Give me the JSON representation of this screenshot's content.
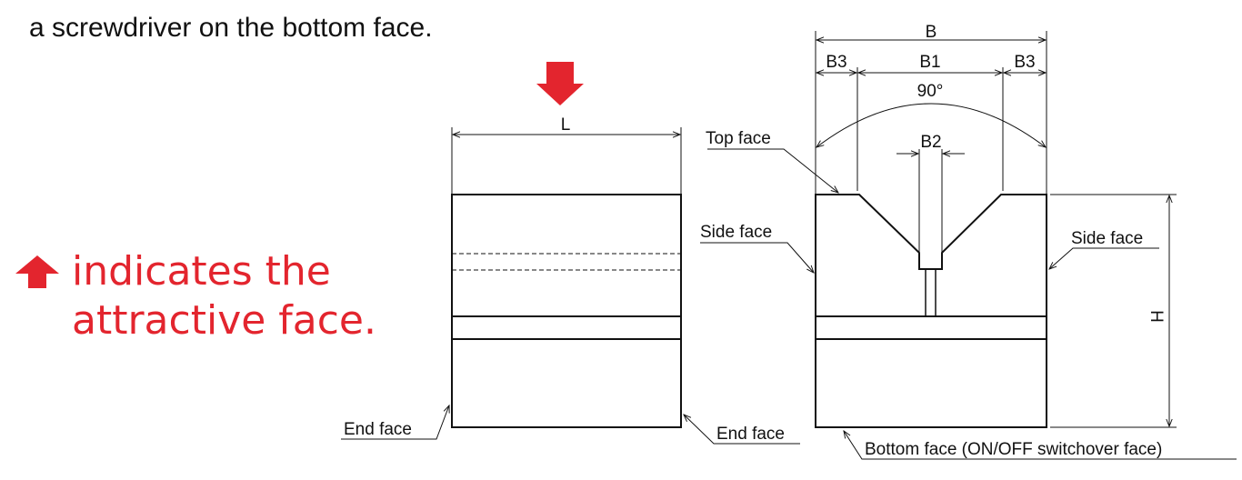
{
  "intro_text": "a screwdriver on the bottom face.",
  "legend": {
    "line1": "indicates the",
    "line2": "attractive face."
  },
  "front_view": {
    "dim_L": "L",
    "label_end_face_left": "End face",
    "label_end_face_right": "End face"
  },
  "side_view": {
    "dim_B": "B",
    "dim_B1": "B1",
    "dim_B2": "B2",
    "dim_B3_left": "B3",
    "dim_B3_right": "B3",
    "dim_H": "H",
    "angle": "90°",
    "label_top_face": "Top face",
    "label_side_face_left": "Side face",
    "label_side_face_right": "Side face",
    "label_bottom_face": "Bottom face (ON/OFF switchover face)"
  },
  "colors": {
    "accent": "#e3252e",
    "line": "#111111"
  },
  "icons": {
    "down_arrow": "red-down-arrow-icon",
    "up_arrow": "red-up-arrow-icon"
  }
}
